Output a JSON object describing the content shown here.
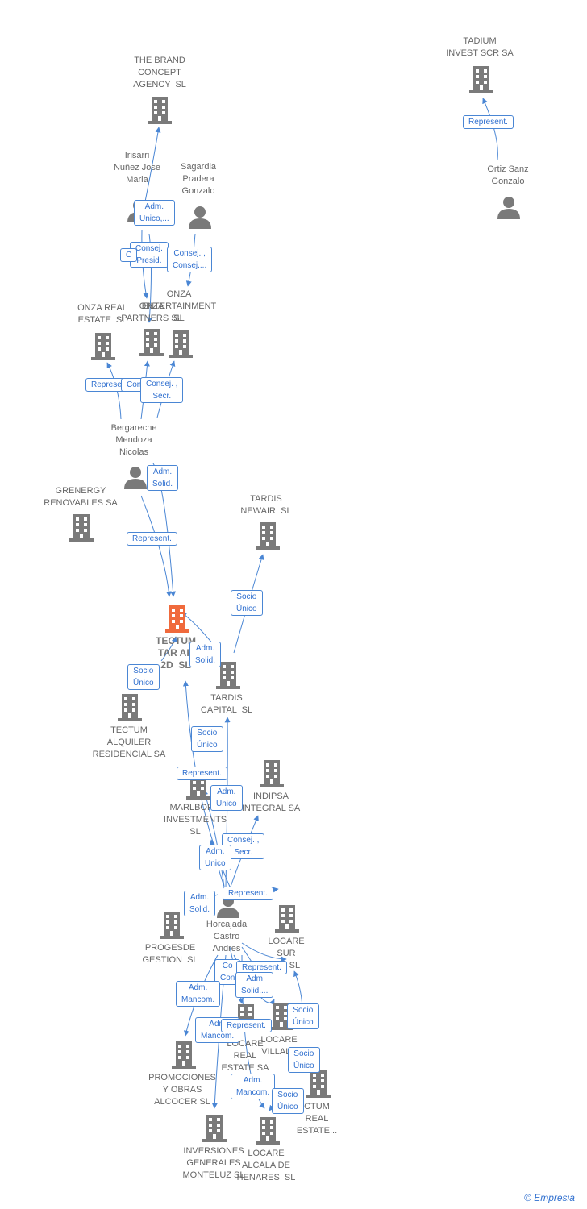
{
  "colors": {
    "node": "#7a7a7a",
    "main_node": "#f06a3c",
    "edge": "#4a86d4",
    "label": "#666666"
  },
  "nodes": [
    {
      "id": "brand",
      "type": "company",
      "label": "THE BRAND\nCONCEPT\nAGENCY  SL"
    },
    {
      "id": "tadium",
      "type": "company",
      "label": "TADIUM\nINVEST SCR SA"
    },
    {
      "id": "irisarri",
      "type": "person",
      "label": "Irisarri\nNuñez Jose\nMaria"
    },
    {
      "id": "sagardia",
      "type": "person",
      "label": "Sagardia\nPradera\nGonzalo"
    },
    {
      "id": "ortiz",
      "type": "person",
      "label": "Ortiz Sanz\nGonzalo"
    },
    {
      "id": "onza_re",
      "type": "company",
      "label": "ONZA REAL\nESTATE  SL"
    },
    {
      "id": "onza_p",
      "type": "company",
      "label": "ONZA\nPARTNERS SL"
    },
    {
      "id": "onza_e",
      "type": "company",
      "label": "ONZA\nENTERTAINMENT\nSL"
    },
    {
      "id": "bergareche",
      "type": "person",
      "label": "Bergareche\nMendoza\nNicolas"
    },
    {
      "id": "grenergy",
      "type": "company",
      "label": "GRENERGY\nRENOVABLES SA"
    },
    {
      "id": "tardis_n",
      "type": "company",
      "label": "TARDIS\nNEWAIR  SL"
    },
    {
      "id": "tectum_main",
      "type": "main",
      "label": "TECTUM\nTAR AR\n2D  SL"
    },
    {
      "id": "tectum_alq",
      "type": "company",
      "label": "TECTUM\nALQUILER\nRESIDENCIAL SA"
    },
    {
      "id": "tardis_c",
      "type": "company",
      "label": "TARDIS\nCAPITAL  SL"
    },
    {
      "id": "indipsa",
      "type": "company",
      "label": "INDIPSA\nINTEGRAL SA"
    },
    {
      "id": "marlboro",
      "type": "company",
      "label": "MARLBORO\nINVESTMENTS\nSL"
    },
    {
      "id": "horcajada",
      "type": "person",
      "label": "Horcajada\nCastro\nAndres"
    },
    {
      "id": "progesde",
      "type": "company",
      "label": "PROGESDE\nGESTION  SL"
    },
    {
      "id": "locare_sur",
      "type": "company",
      "label": "LOCARE\nSUR\nES  SL"
    },
    {
      "id": "locare_re",
      "type": "company",
      "label": "LOCARE\nREAL\nESTATE SA"
    },
    {
      "id": "locare_v",
      "type": "company",
      "label": "LOCARE\nVILLALB"
    },
    {
      "id": "promociones",
      "type": "company",
      "label": "PROMOCIONES\nY OBRAS\nALCOCER SL"
    },
    {
      "id": "tectum_re",
      "type": "company",
      "label": "CTUM\nREAL\nESTATE..."
    },
    {
      "id": "inversiones",
      "type": "company",
      "label": "INVERSIONES\nGENERALES\nMONTELUZ SL"
    },
    {
      "id": "locare_alc",
      "type": "company",
      "label": "LOCARE\nALCALA DE\nHENARES  SL"
    }
  ],
  "relations": [
    {
      "from": "ortiz",
      "to": "tadium",
      "label": "Represent."
    },
    {
      "from": "irisarri",
      "to": "brand",
      "label": "Adm.\nUnico,..."
    },
    {
      "from": "irisarri",
      "to": "onza_p",
      "label": "Consej.\nPresid."
    },
    {
      "from": "irisarri",
      "to": "onza_e",
      "label": "C"
    },
    {
      "from": "sagardia",
      "to": "onza_e",
      "label": "Consej. ,\nConsej...."
    },
    {
      "from": "bergareche",
      "to": "onza_re",
      "label": "Represent."
    },
    {
      "from": "bergareche",
      "to": "onza_p",
      "label": "Con"
    },
    {
      "from": "bergareche",
      "to": "onza_e",
      "label": "Consej. ,\nSecr."
    },
    {
      "from": "bergareche",
      "to": "tectum_main",
      "label": "Adm.\nSolid."
    },
    {
      "from": "bergareche",
      "to": "tectum_main",
      "label": "Represent."
    },
    {
      "from": "tardis_c",
      "to": "tardis_n",
      "label": "Socio\nÚnico"
    },
    {
      "from": "tardis_c",
      "to": "tectum_main",
      "label": "Adm.\nSolid."
    },
    {
      "from": "tectum_main",
      "to": "tectum_alq",
      "label": "Socio\nÚnico"
    },
    {
      "from": "horcajada",
      "to": "tardis_c",
      "label": "Socio\nÚnico"
    },
    {
      "from": "horcajada",
      "to": "tectum_main",
      "label": "Represent."
    },
    {
      "from": "horcajada",
      "to": "marlboro",
      "label": "Adm.\nUnico"
    },
    {
      "from": "horcajada",
      "to": "indipsa",
      "label": "Consej. ,\nSecr."
    },
    {
      "from": "horcajada",
      "to": "marlboro",
      "label": "Adm.\nUnico"
    },
    {
      "from": "horcajada",
      "to": "progesde",
      "label": "Adm.\nSolid."
    },
    {
      "from": "horcajada",
      "to": "locare_sur",
      "label": "Represent."
    },
    {
      "from": "horcajada",
      "to": "locare_re",
      "label": "Co\nCon"
    },
    {
      "from": "horcajada",
      "to": "locare_sur",
      "label": "Represent."
    },
    {
      "from": "horcajada",
      "to": "locare_re",
      "label": "Adm\nSolid...."
    },
    {
      "from": "horcajada",
      "to": "promociones",
      "label": "Adm.\nMancom."
    },
    {
      "from": "horcajada",
      "to": "inversiones",
      "label": "Adm\nMancom."
    },
    {
      "from": "horcajada",
      "to": "locare_v",
      "label": "Represent."
    },
    {
      "from": "locare_re",
      "to": "locare_sur",
      "label": "Socio\nÚnico"
    },
    {
      "from": "locare_re",
      "to": "tectum_re",
      "label": "Socio\nÚnico"
    },
    {
      "from": "horcajada",
      "to": "locare_alc",
      "label": "Adm.\nMancom."
    },
    {
      "from": "locare_re",
      "to": "locare_alc",
      "label": "Socio\nÚnico"
    }
  ],
  "copyright": {
    "symbol": "©",
    "brand": "Empresia"
  }
}
